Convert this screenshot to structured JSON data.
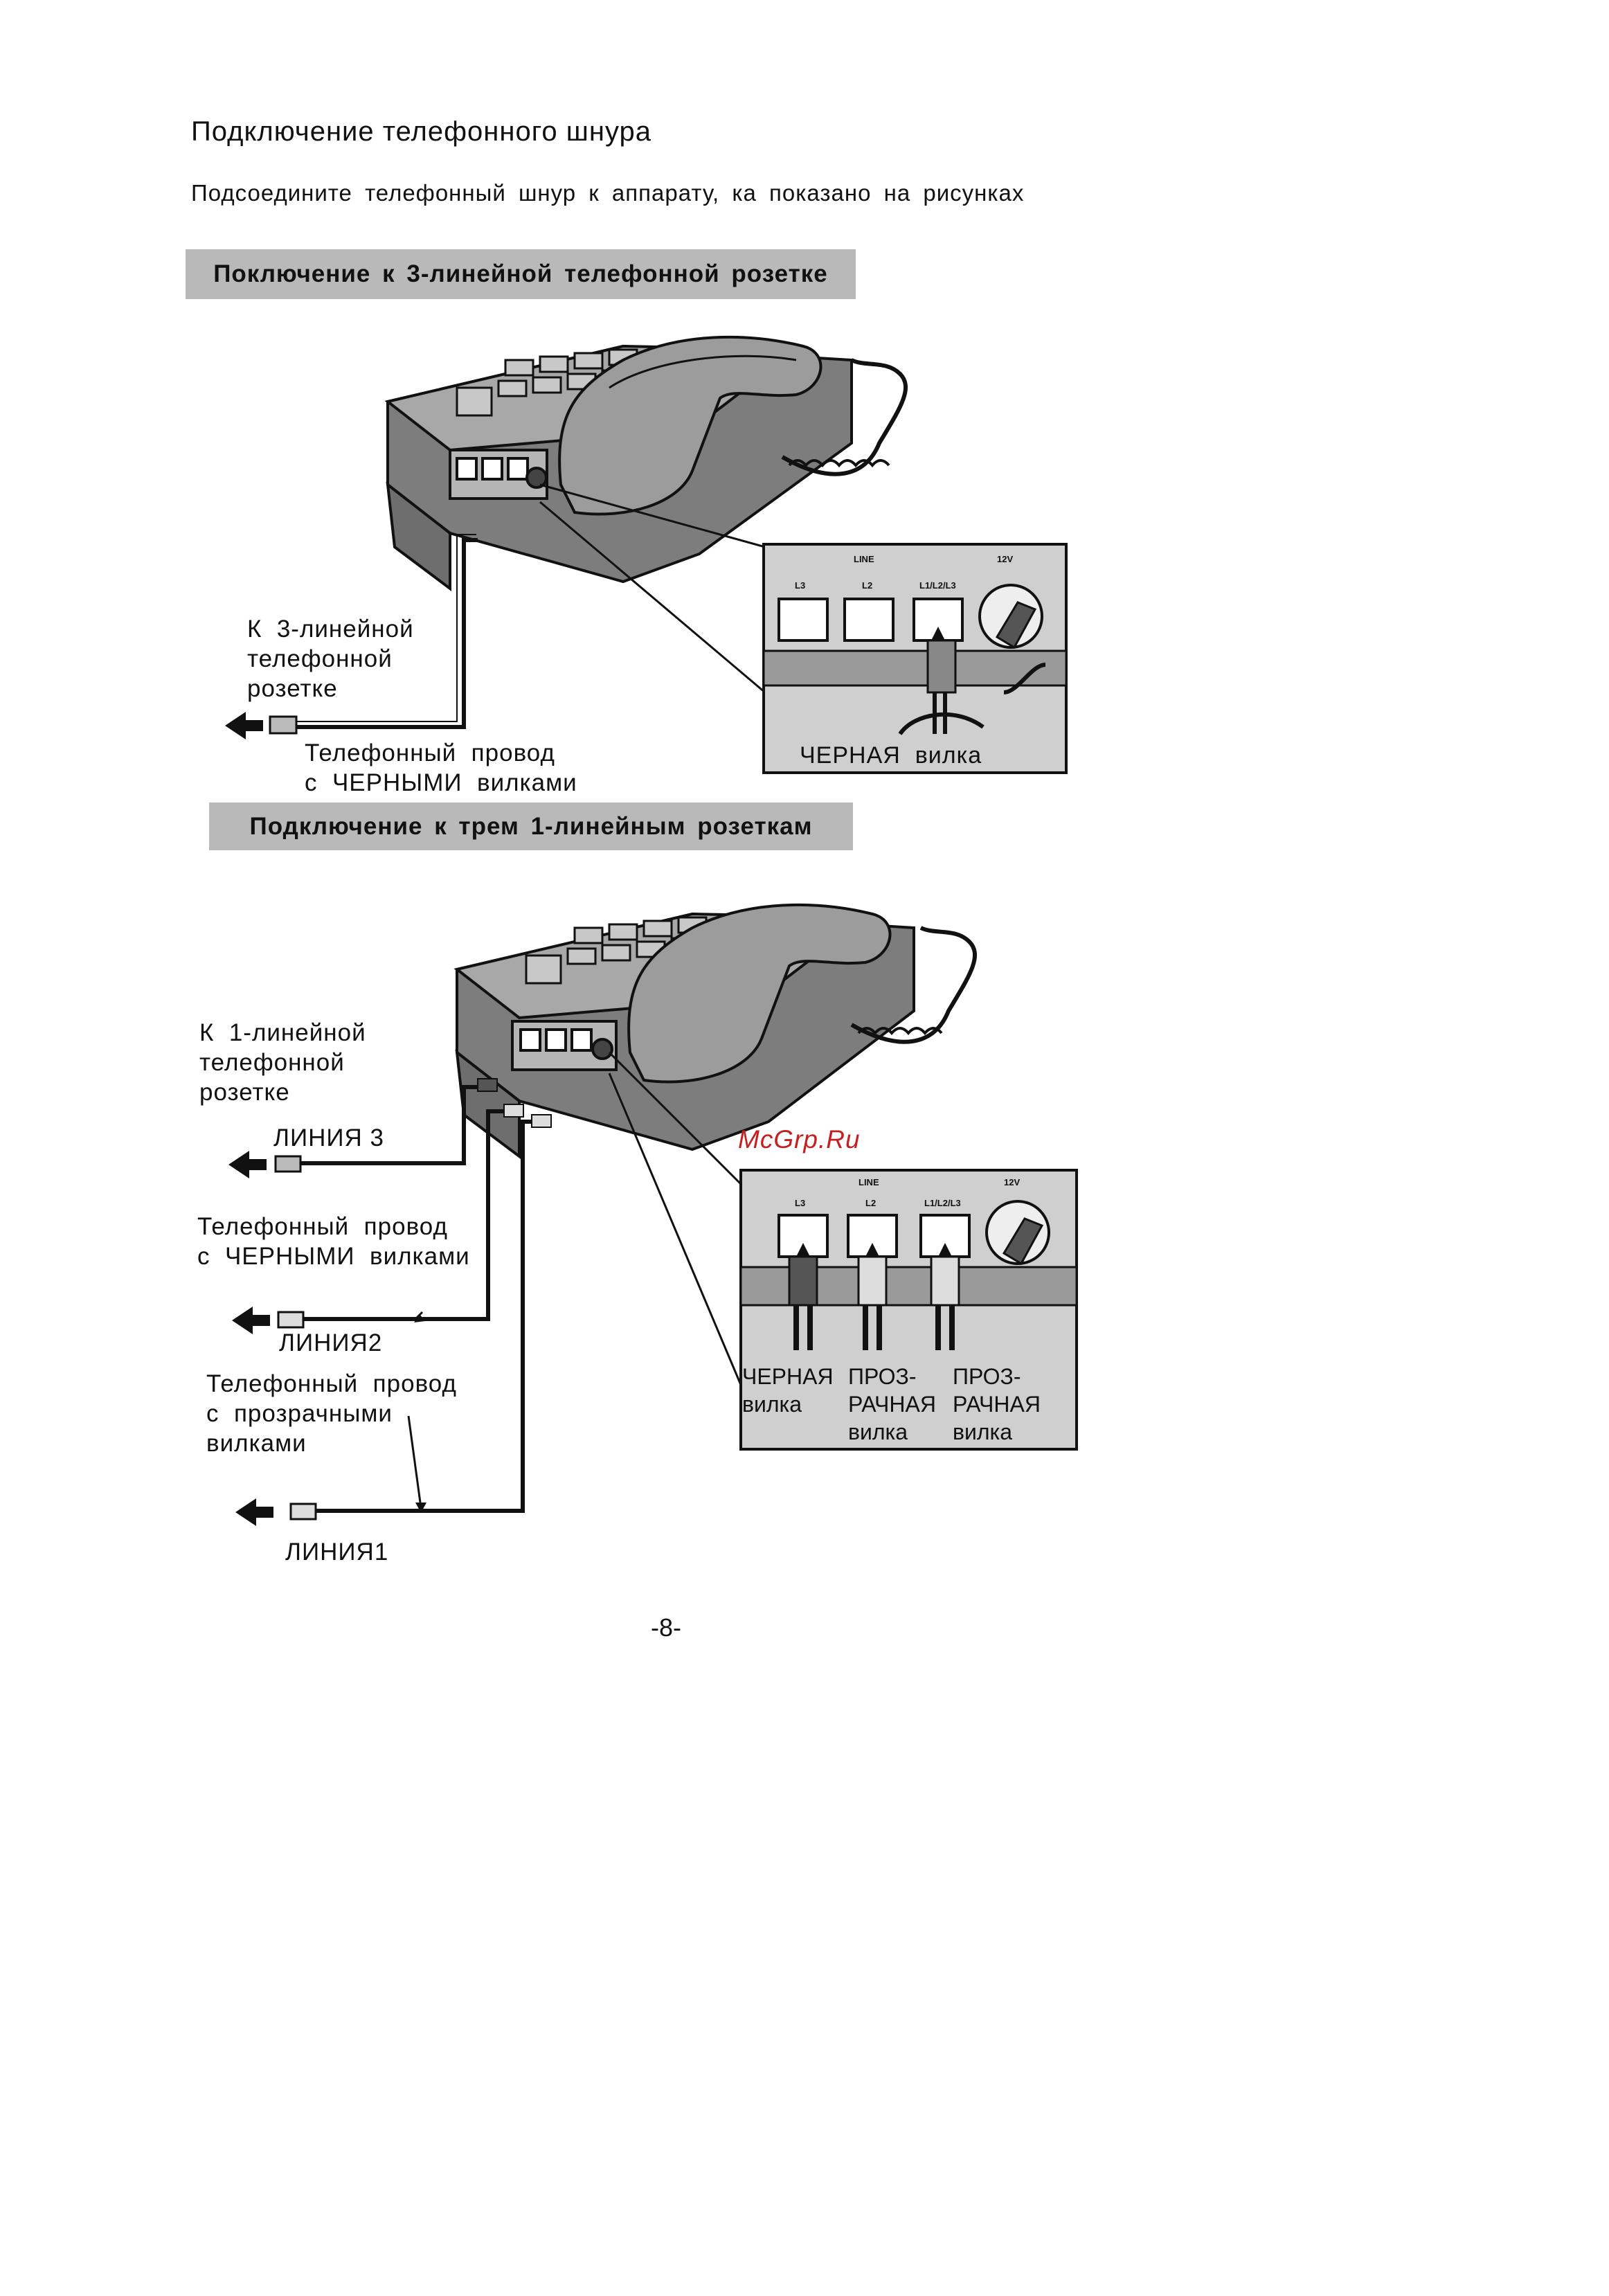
{
  "page": {
    "title": "Подключение  телефонного  шнура",
    "intro": "Подсоедините телефонный шнур к аппарату, ка показано на рисунках",
    "page_number": "-8-",
    "watermark": "McGrp.Ru"
  },
  "section1": {
    "heading": "Поключение к 3-линейной телефонной розетке",
    "to_socket_label": "К  3-линейной\nтелефонной\nрозетке",
    "cord_label": "Телефонный  провод\nс  ЧЕРНЫМИ  вилками",
    "plug_label": "ЧЕРНАЯ  вилка",
    "panel": {
      "line": "LINE",
      "l3": "L3",
      "l2": "L2",
      "l123": "L1/L2/L3",
      "power": "12V"
    }
  },
  "section2": {
    "heading": "Подключение к трем 1-линейным розеткам",
    "to_socket_label": "К  1-линейной\nтелефонной\nрозетке",
    "line3": "ЛИНИЯ 3",
    "black_cord_label": "Телефонный  провод\nс  ЧЕРНЫМИ  вилками",
    "line2": "ЛИНИЯ2",
    "clear_cord_label": "Телефонный  провод\nс  прозрачными\nвилками",
    "line1": "ЛИНИЯ1",
    "plug_black": "ЧЕРНАЯ\nвилка",
    "plug_clear_1": "ПРОЗ-\nРАЧНАЯ\nвилка",
    "plug_clear_2": "ПРОЗ-\nРАЧНАЯ\nвилка",
    "panel": {
      "line": "LINE",
      "l3": "L3",
      "l2": "L2",
      "l123": "L1/L2/L3",
      "power": "12V"
    }
  }
}
